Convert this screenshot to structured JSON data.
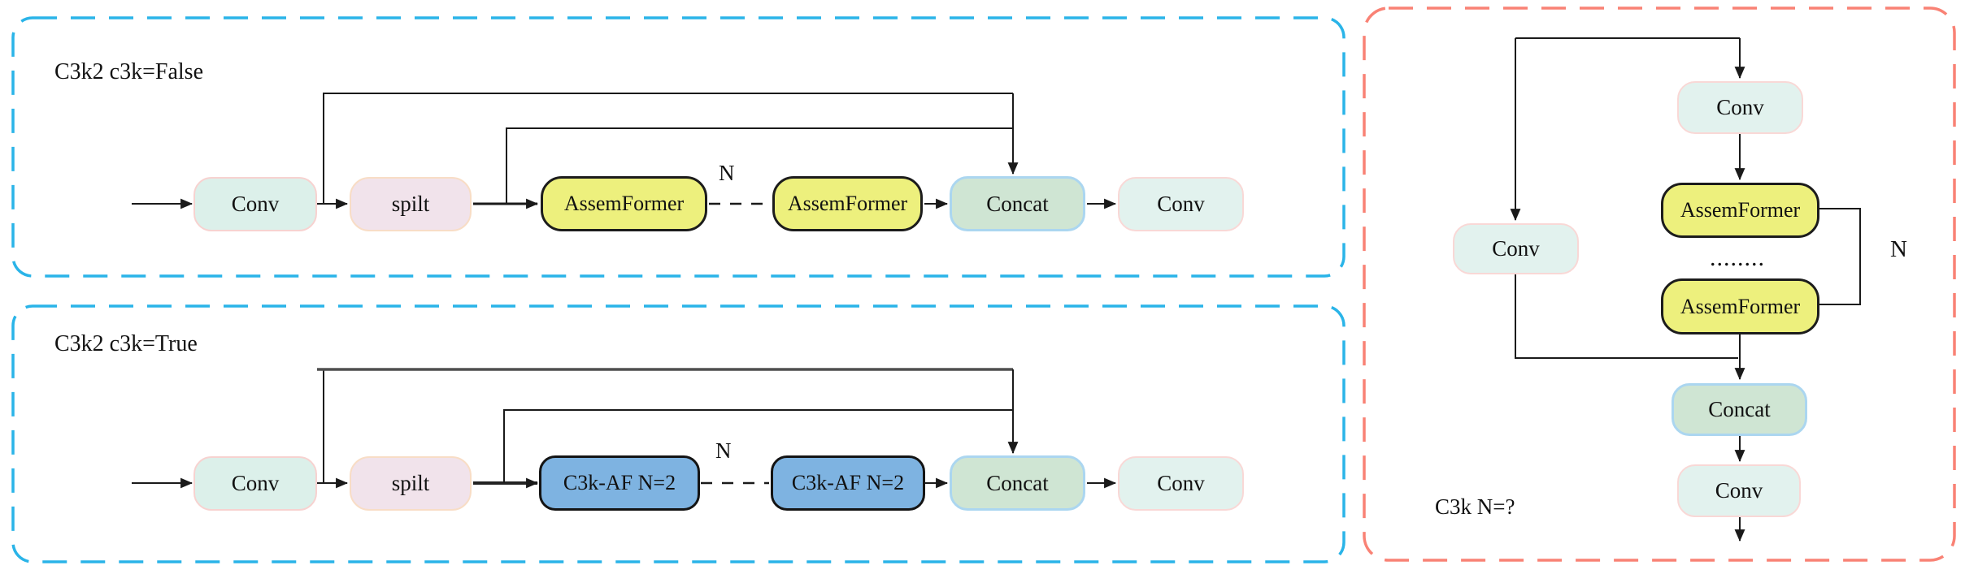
{
  "panels": [
    {
      "id": "c3k2-false",
      "label": "C3k2 c3k=False",
      "repeat_label": "N",
      "nodes": {
        "conv_in": "Conv",
        "split": "spilt",
        "block1": "AssemFormer",
        "block2": "AssemFormer",
        "concat": "Concat",
        "conv_out": "Conv"
      }
    },
    {
      "id": "c3k2-true",
      "label": "C3k2 c3k=True",
      "repeat_label": "N",
      "nodes": {
        "conv_in": "Conv",
        "split": "spilt",
        "block1": "C3k-AF N=2",
        "block2": "C3k-AF N=2",
        "concat": "Concat",
        "conv_out": "Conv"
      }
    },
    {
      "id": "c3k",
      "label": "C3k N=?",
      "repeat_label": "N",
      "ellipsis": "........",
      "nodes": {
        "conv_top": "Conv",
        "conv_left": "Conv",
        "block1": "AssemFormer",
        "block2": "AssemFormer",
        "concat": "Concat",
        "conv_out": "Conv"
      }
    }
  ],
  "colors": {
    "conv_fill": "#dcf0ea",
    "conv_border": "#f7d2d0",
    "split_fill": "#f1e3eb",
    "split_border": "#f8ddc6",
    "assemformer_fill": "#edf07d",
    "c3kaf_fill": "#7eb3e1",
    "concat_fill": "#cfe5d3",
    "concat_border": "#abd6f0",
    "panel_blue_dash": "#2ab4e8",
    "panel_red_dash": "#f98275",
    "line": "#1a1a1a"
  }
}
